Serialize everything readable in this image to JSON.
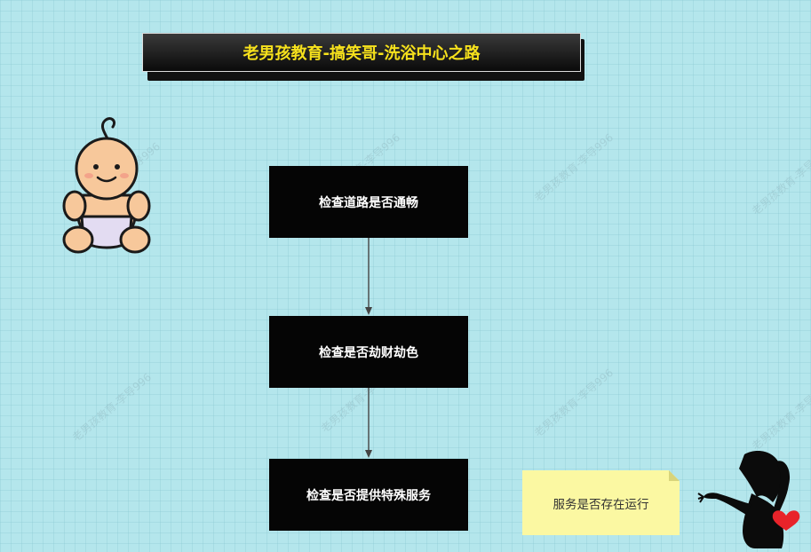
{
  "title": "老男孩教育-搞笑哥-洗浴中心之路",
  "steps": [
    {
      "label": "检查道路是否通畅"
    },
    {
      "label": "检查是否劫财劫色"
    },
    {
      "label": "检查是否提供特殊服务"
    }
  ],
  "note": {
    "text": "服务是否存在运行"
  },
  "watermark": "老男孩教育-李导996",
  "colors": {
    "background": "#b4e6ec",
    "title_text": "#f6e11c",
    "step_box": "#050505",
    "note": "#fbf8a2",
    "arrow": "#444444"
  },
  "icons": [
    "baby-icon",
    "woman-silhouette-icon",
    "heart-icon"
  ]
}
